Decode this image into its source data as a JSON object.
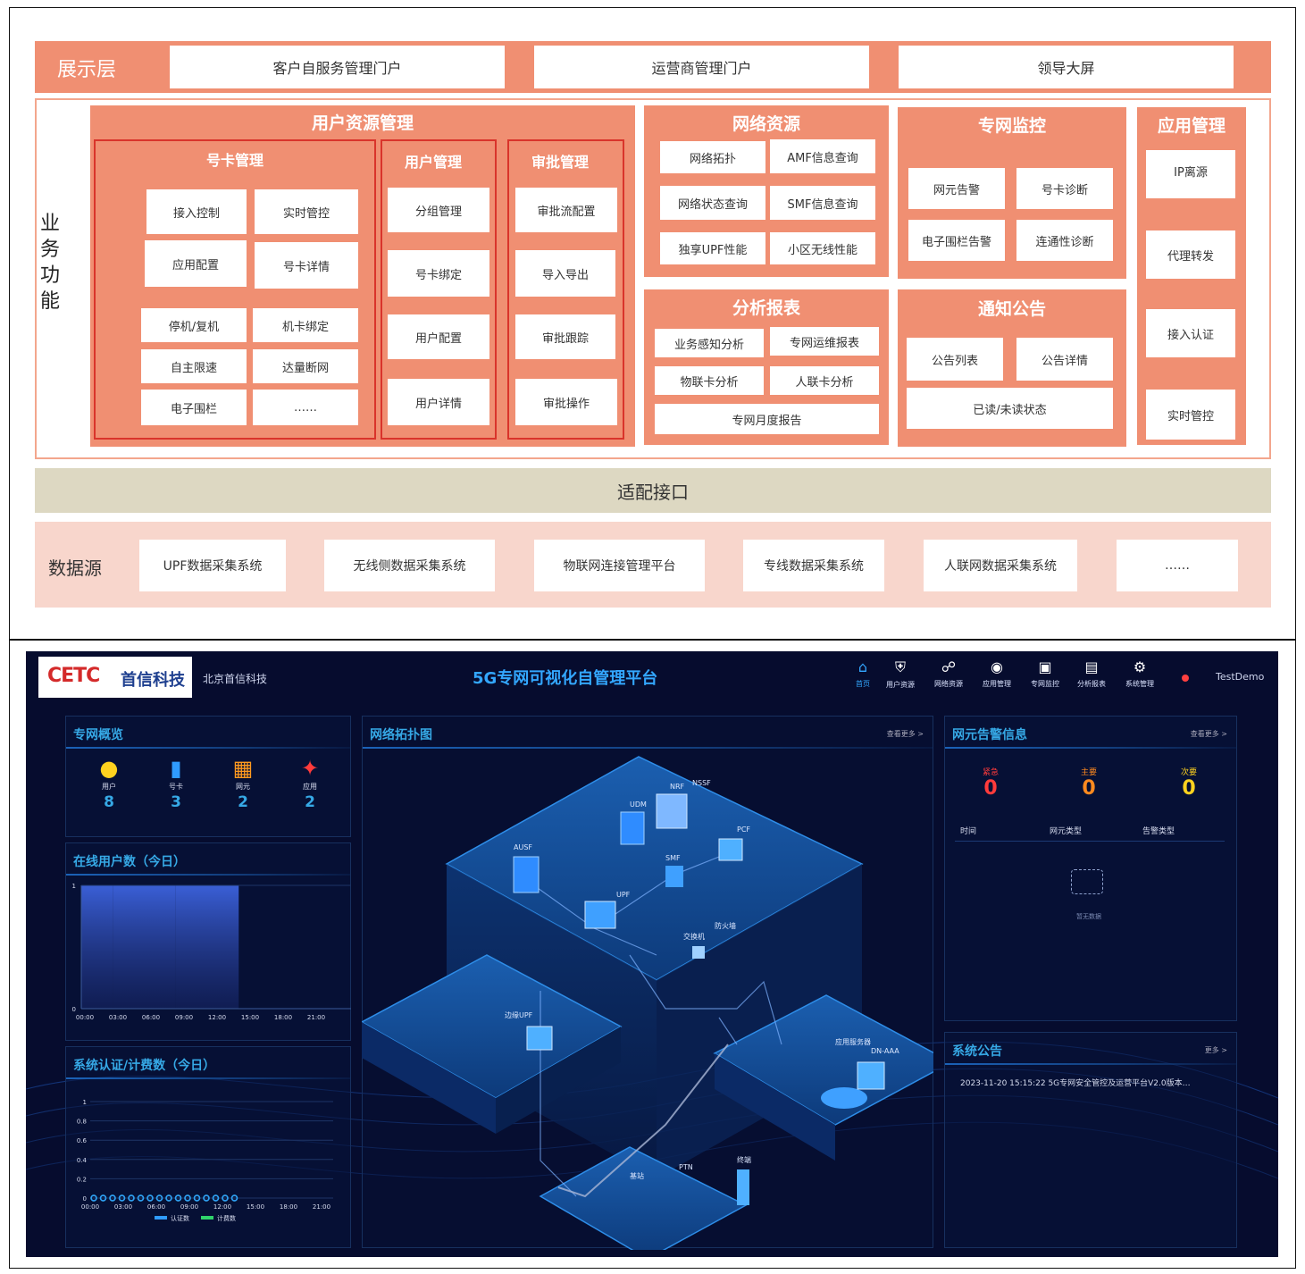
{
  "architecture": {
    "presentation_layer": {
      "label": "展示层",
      "items": [
        "客户自服务管理门户",
        "运营商管理门户",
        "领导大屏"
      ]
    },
    "business_function_label": "业务功能",
    "user_resource_mgmt": {
      "title": "用户资源管理",
      "card_mgmt": {
        "title": "号卡管理",
        "items": [
          "接入控制",
          "实时管控",
          "应用配置",
          "号卡详情",
          "停机/复机",
          "机卡绑定",
          "自主限速",
          "达量断网",
          "电子围栏",
          "……"
        ]
      },
      "user_mgmt": {
        "title": "用户管理",
        "items": [
          "分组管理",
          "号卡绑定",
          "用户配置",
          "用户详情"
        ]
      },
      "approval_mgmt": {
        "title": "审批管理",
        "items": [
          "审批流配置",
          "导入导出",
          "审批跟踪",
          "审批操作"
        ]
      }
    },
    "network_resource": {
      "title": "网络资源",
      "items": [
        "网络拓扑",
        "AMF信息查询",
        "网络状态查询",
        "SMF信息查询",
        "独享UPF性能",
        "小区无线性能"
      ]
    },
    "analysis_report": {
      "title": "分析报表",
      "items": [
        "业务感知分析",
        "专网运维报表",
        "物联卡分析",
        "人联卡分析",
        "专网月度报告"
      ]
    },
    "private_net_monitor": {
      "title": "专网监控",
      "items": [
        "网元告警",
        "号卡诊断",
        "电子围栏告警",
        "连通性诊断"
      ]
    },
    "notice": {
      "title": "通知公告",
      "items": [
        "公告列表",
        "公告详情",
        "已读/未读状态"
      ]
    },
    "app_mgmt": {
      "title": "应用管理",
      "items": [
        "IP离源",
        "代理转发",
        "接入认证",
        "实时管控"
      ]
    },
    "adapter": {
      "label": "适配接口"
    },
    "data_source": {
      "label": "数据源",
      "items": [
        "UPF数据采集系统",
        "无线侧数据采集系统",
        "物联网连接管理平台",
        "专线数据采集系统",
        "人联网数据采集系统",
        "……"
      ]
    }
  },
  "dashboard": {
    "logo_text": "CETC",
    "logo_cn": "首信科技",
    "company": "北京首信科技",
    "title": "5G专网可视化自管理平台",
    "nav": [
      "首页",
      "用户资源",
      "网络资源",
      "应用管理",
      "专网监控",
      "分析报表",
      "系统管理"
    ],
    "user": "TestDemo",
    "overview": {
      "title": "专网概览",
      "stats": [
        {
          "label": "用户",
          "value": "8",
          "icon": "user-icon",
          "color": "#ffd21f"
        },
        {
          "label": "号卡",
          "value": "3",
          "icon": "sim-icon",
          "color": "#2f9bff"
        },
        {
          "label": "网元",
          "value": "2",
          "icon": "server-icon",
          "color": "#ff9a1f"
        },
        {
          "label": "应用",
          "value": "2",
          "icon": "app-icon",
          "color": "#ff3b3b"
        }
      ]
    },
    "online_users": {
      "title": "在线用户数（今日）",
      "chart_data": {
        "type": "area",
        "x": [
          "00:00",
          "03:00",
          "06:00",
          "09:00",
          "12:00",
          "15:00",
          "18:00",
          "21:00"
        ],
        "values": [
          1,
          1,
          1,
          1,
          1,
          0,
          0,
          0
        ],
        "ylim": [
          0,
          1
        ],
        "yticks": [
          "1",
          "0"
        ]
      }
    },
    "auth_billing": {
      "title": "系统认证/计费数（今日）",
      "chart_data": {
        "type": "line",
        "x": [
          "00:00",
          "03:00",
          "06:00",
          "09:00",
          "12:00",
          "15:00",
          "18:00",
          "21:00"
        ],
        "yticks": [
          "1",
          "0.8",
          "0.6",
          "0.4",
          "0.2",
          "0"
        ],
        "ylim": [
          0,
          1
        ],
        "series": [
          {
            "name": "认证数",
            "color": "#2f9bff",
            "values": [
              0,
              0,
              0,
              0,
              0,
              0,
              0,
              0,
              0,
              0,
              0,
              0,
              0,
              0,
              0,
              0
            ]
          },
          {
            "name": "计费数",
            "color": "#2fd36b",
            "values": [
              0,
              0,
              0,
              0,
              0,
              0,
              0,
              0,
              0,
              0,
              0,
              0,
              0,
              0,
              0,
              0
            ]
          }
        ]
      }
    },
    "topology": {
      "title": "网络拓扑图",
      "more": "查看更多 >",
      "labels": [
        "UDM",
        "PCF",
        "AUSF",
        "SMF",
        "NRF",
        "NSSF",
        "UPF",
        "交换机",
        "防火墙",
        "边缘UPF",
        "DN-AAA",
        "应用服务器",
        "PTN",
        "基站",
        "终端"
      ]
    },
    "alarm": {
      "title": "网元告警信息",
      "more": "查看更多 >",
      "levels": [
        {
          "label": "紧急",
          "value": "0",
          "color": "#ff3b3b"
        },
        {
          "label": "主要",
          "value": "0",
          "color": "#ff8a1f"
        },
        {
          "label": "次要",
          "value": "0",
          "color": "#ffd21f"
        }
      ],
      "columns": [
        "时间",
        "网元类型",
        "告警类型"
      ],
      "empty": "暂无数据"
    },
    "notice": {
      "title": "系统公告",
      "more": "更多 >",
      "item": "2023-11-20 15:15:22    5G专网安全管控及运营平台V2.0版本… "
    }
  }
}
